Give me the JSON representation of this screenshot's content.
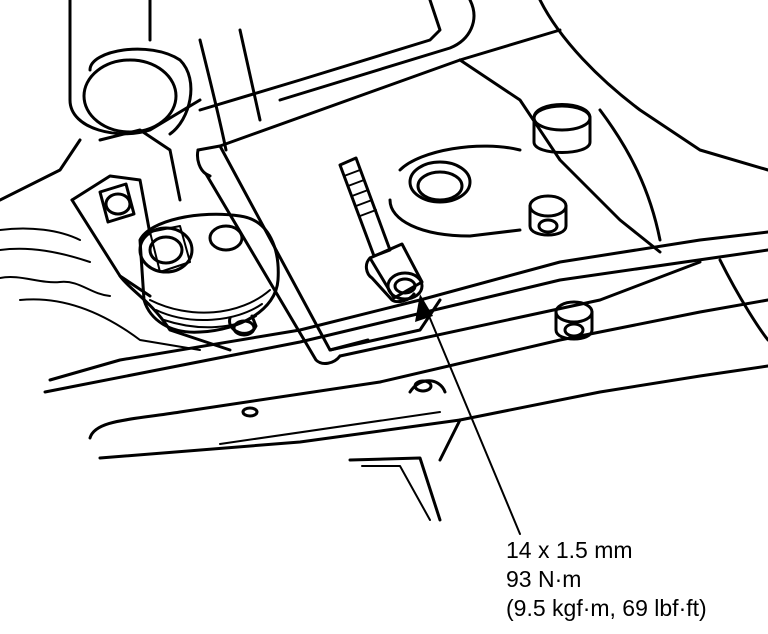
{
  "callout": {
    "bolt_size": "14 x 1.5 mm",
    "torque_nm": "93 N·m",
    "torque_alt": "(9.5 kgf·m, 69 lbf·ft)"
  },
  "colors": {
    "line": "#000000",
    "background": "#ffffff"
  }
}
